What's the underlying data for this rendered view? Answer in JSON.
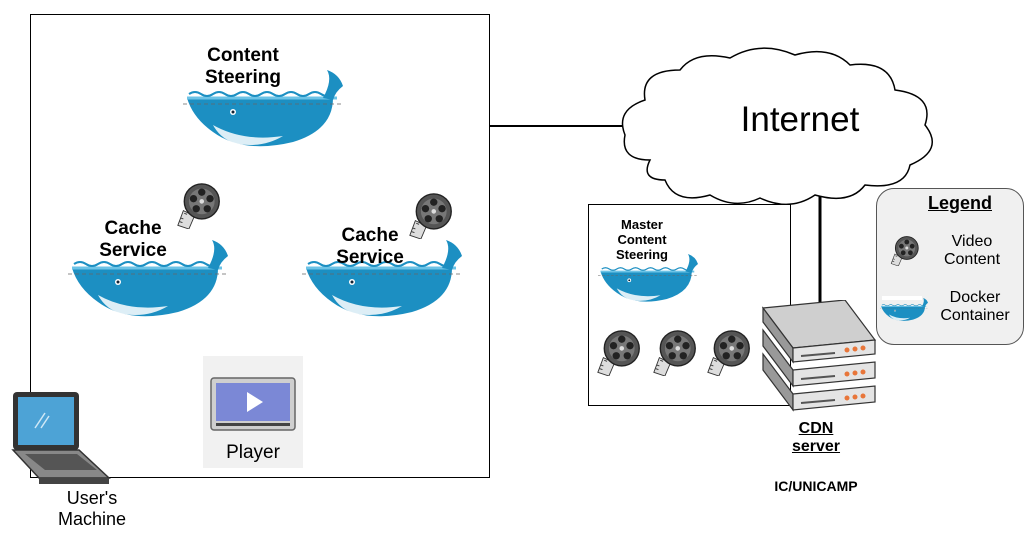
{
  "machine": {
    "content_steering": [
      "Content",
      "Steering"
    ],
    "cache_service_left": [
      "Cache",
      "Service"
    ],
    "cache_service_right": [
      "Cache",
      "Service"
    ],
    "player": "Player",
    "users_machine": [
      "User's",
      "Machine"
    ]
  },
  "internet": "Internet",
  "cdn": {
    "master_steering": [
      "Master",
      "Content",
      "Steering"
    ],
    "server_label": [
      "CDN",
      "server"
    ],
    "site": "IC/UNICAMP"
  },
  "legend": {
    "title": "Legend",
    "video_content": [
      "Video",
      "Content"
    ],
    "docker_container": [
      "Docker",
      "Container"
    ]
  },
  "colors": {
    "whale": "#1c8fc2",
    "whale_light": "#6cc3e6",
    "reel": "#555555",
    "player_screen": "#7b88d6",
    "laptop_screen": "#4da3d6",
    "server_orange": "#e8763a",
    "legend_bg": "#f0f0f0"
  },
  "icons": [
    "whale-icon",
    "film-reel-icon",
    "player-icon",
    "laptop-icon",
    "server-icon",
    "cloud-icon"
  ]
}
